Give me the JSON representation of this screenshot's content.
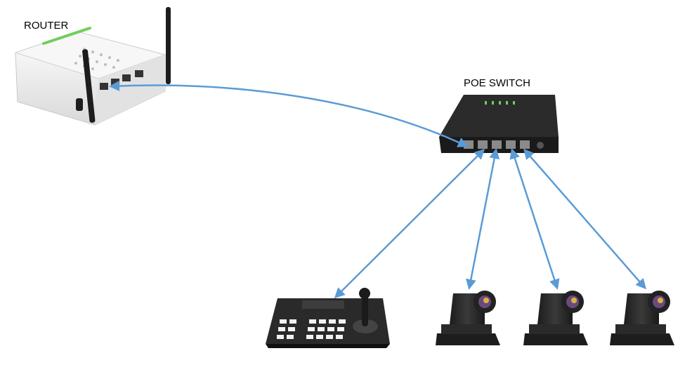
{
  "labels": {
    "router": "ROUTER",
    "switch": "POE SWITCH"
  },
  "devices": [
    {
      "id": "router",
      "icon": "router-icon"
    },
    {
      "id": "poe-switch",
      "icon": "poe-switch-icon"
    },
    {
      "id": "ptz-keyboard-controller",
      "icon": "ptz-controller-icon"
    },
    {
      "id": "ptz-camera-1",
      "icon": "ptz-camera-icon"
    },
    {
      "id": "ptz-camera-2",
      "icon": "ptz-camera-icon"
    },
    {
      "id": "ptz-camera-3",
      "icon": "ptz-camera-icon"
    }
  ],
  "connections": [
    {
      "from": "router",
      "to": "poe-switch"
    },
    {
      "from": "poe-switch",
      "to": "ptz-keyboard-controller"
    },
    {
      "from": "poe-switch",
      "to": "ptz-camera-1"
    },
    {
      "from": "poe-switch",
      "to": "ptz-camera-2"
    },
    {
      "from": "poe-switch",
      "to": "ptz-camera-3"
    }
  ],
  "colors": {
    "cable": "#5b9bd5",
    "device_body": "#2a2a2a",
    "router_body": "#f2f2f2"
  }
}
